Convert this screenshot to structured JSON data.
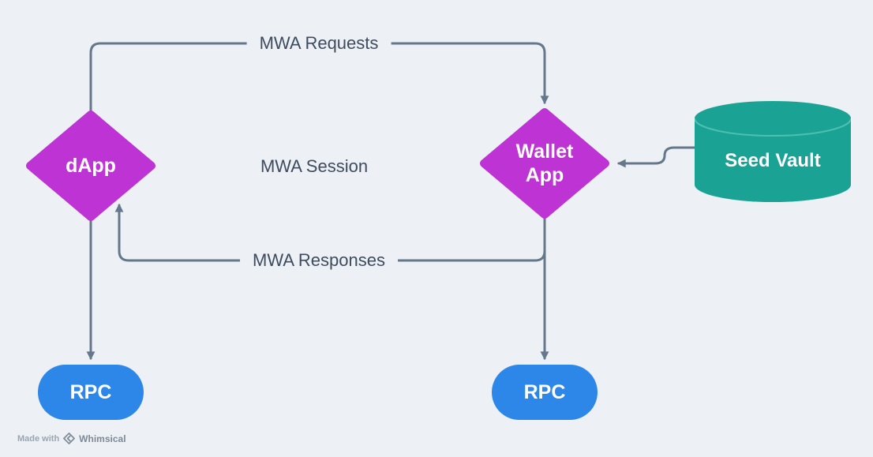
{
  "nodes": {
    "dapp": {
      "label": "dApp"
    },
    "wallet_app": {
      "label": "Wallet App"
    },
    "seed_vault": {
      "label": "Seed Vault"
    },
    "rpc_left": {
      "label": "RPC"
    },
    "rpc_right": {
      "label": "RPC"
    }
  },
  "labels": {
    "requests": "MWA Requests",
    "session": "MWA Session",
    "responses": "MWA Responses"
  },
  "watermark": {
    "prefix": "Made with",
    "brand": "Whimsical"
  },
  "colors": {
    "background": "#edf1f5",
    "node_purple": "#bd33d4",
    "node_teal": "#1aa394",
    "node_teal_rim": "#4ec0af",
    "node_blue": "#2c87e8",
    "connector": "#65788b",
    "label_text": "#3e4c5e"
  }
}
